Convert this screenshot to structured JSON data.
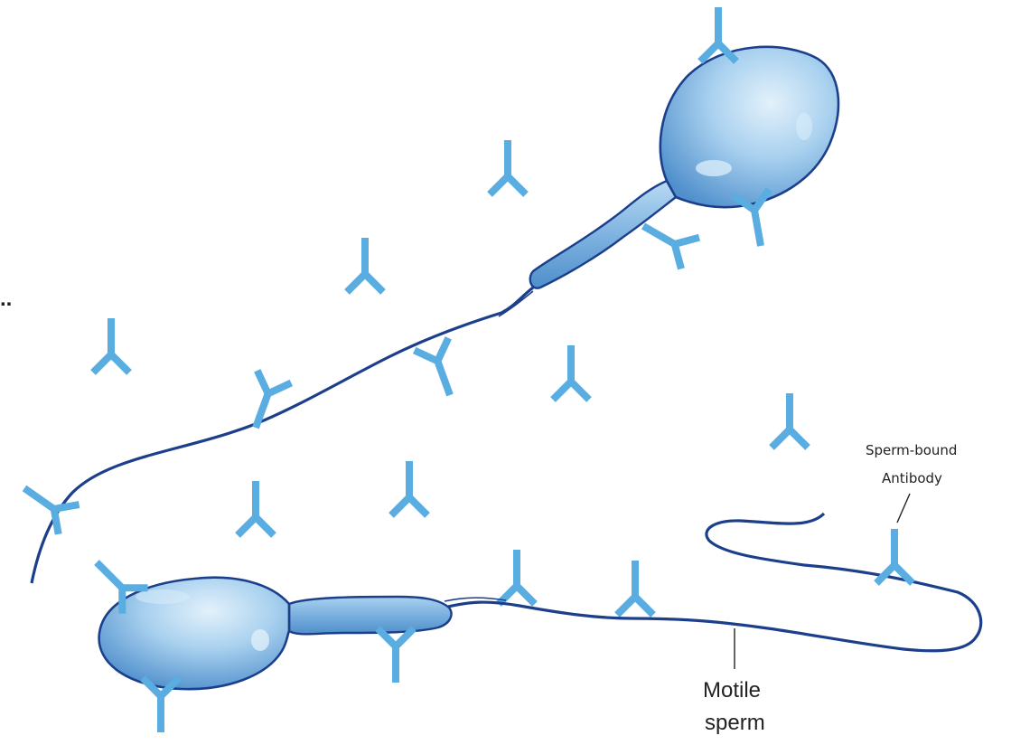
{
  "labels": {
    "antibody_line1": "Sperm-bound",
    "antibody_line2": "Antibody",
    "sperm_line1": "Motile",
    "sperm_line2": "sperm",
    "edge_mark": ".."
  },
  "colors": {
    "antibody": "#5aade0",
    "sperm_fill_light": "#cfe6f6",
    "sperm_fill_mid": "#8cc0e6",
    "sperm_fill_dark": "#4f8fcc",
    "outline": "#1c3f8c",
    "text": "#222222"
  },
  "icons": {
    "antibody": "y-shaped-antibody-icon",
    "sperm": "sperm-cell-icon"
  }
}
